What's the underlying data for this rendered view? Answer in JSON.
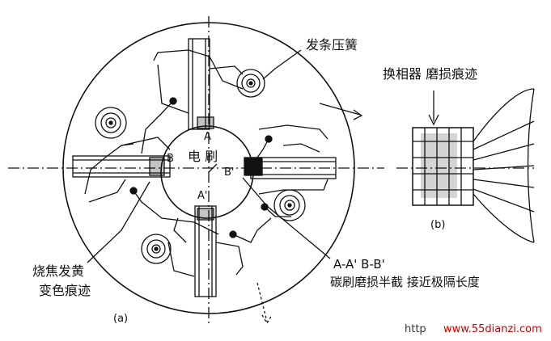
{
  "labels": {
    "spring": "发条压簧",
    "commutator_wear": "换相器 磨损痕迹",
    "brush": "电 刷",
    "letter_a_top": "A",
    "letter_a_bottom": "A'",
    "letter_b_left": "B",
    "letter_b_right": "B'",
    "burn_line1": "烧焦发黄",
    "burn_line2": "变色痕迹",
    "section_line1": "A-A'   B-B'",
    "section_line2": "碳刷磨损半截  接近极隔长度",
    "fig_a": "(a)",
    "fig_b": "(b)"
  },
  "watermark": {
    "prefix": "http",
    "url": "www.55dianzi.com"
  },
  "colors": {
    "ink": "#111111",
    "watermark": "#cc0000"
  }
}
